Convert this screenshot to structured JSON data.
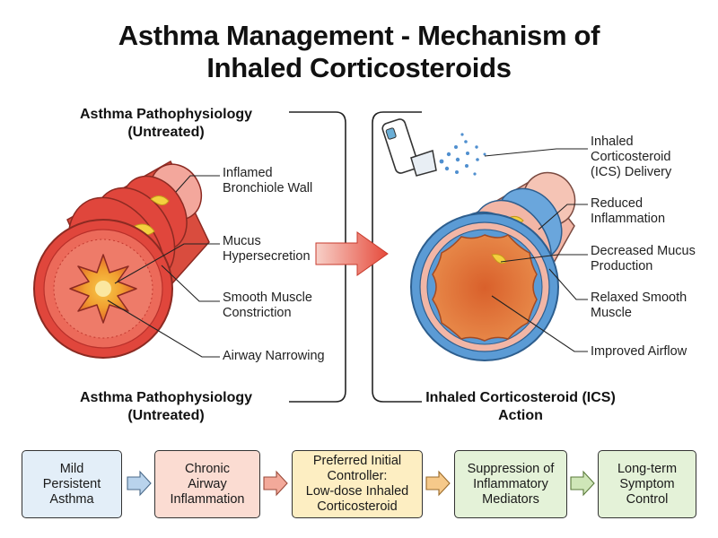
{
  "title": {
    "line1": "Asthma Management - Mechanism of",
    "line2": "Inhaled Corticosteroids"
  },
  "left_panel": {
    "top_heading": {
      "line1": "Asthma Pathophysiology",
      "line2": "(Untreated)"
    },
    "bottom_heading": {
      "line1": "Asthma Pathophysiology",
      "line2": "(Untreated)"
    },
    "labels": [
      {
        "lines": [
          "Inflamed",
          "Bronchiole Wall"
        ]
      },
      {
        "lines": [
          "Mucus",
          "Hypersecretion"
        ]
      },
      {
        "lines": [
          "Smooth Muscle",
          "Constriction"
        ]
      },
      {
        "lines": [
          "Airway Narrowing"
        ]
      }
    ]
  },
  "right_panel": {
    "bottom_heading": {
      "line1": "Inhaled Corticosteroid (ICS)",
      "line2": "Action"
    },
    "labels": [
      {
        "lines": [
          "Inhaled",
          "Corticosteroid",
          "(ICS) Delivery"
        ]
      },
      {
        "lines": [
          "Reduced",
          "Inflammation"
        ]
      },
      {
        "lines": [
          "Decreased Mucus",
          "Production"
        ]
      },
      {
        "lines": [
          "Relaxed Smooth",
          "Muscle"
        ]
      },
      {
        "lines": [
          "Improved Airflow"
        ]
      }
    ]
  },
  "flow": [
    {
      "lines": [
        "Mild",
        "Persistent",
        "Asthma"
      ],
      "fill": "#e3eef8"
    },
    {
      "lines": [
        "Chronic",
        "Airway",
        "Inflammation"
      ],
      "fill": "#fbdcd2"
    },
    {
      "lines": [
        "Preferred Initial",
        "Controller:",
        "Low-dose Inhaled",
        "Corticosteroid"
      ],
      "fill": "#fdeec2"
    },
    {
      "lines": [
        "Suppression of",
        "Inflammatory",
        "Mediators"
      ],
      "fill": "#e4f2d8"
    },
    {
      "lines": [
        "Long-term",
        "Symptom",
        "Control"
      ],
      "fill": "#e4f2d8"
    }
  ],
  "colors": {
    "inflamed_red": "#e0463c",
    "inflamed_dark": "#b8302a",
    "mucus_yellow": "#f4d03f",
    "treated_blue": "#5b9bd5",
    "treated_pink": "#f2b6a6",
    "arrow_red": "#e64b3c"
  }
}
